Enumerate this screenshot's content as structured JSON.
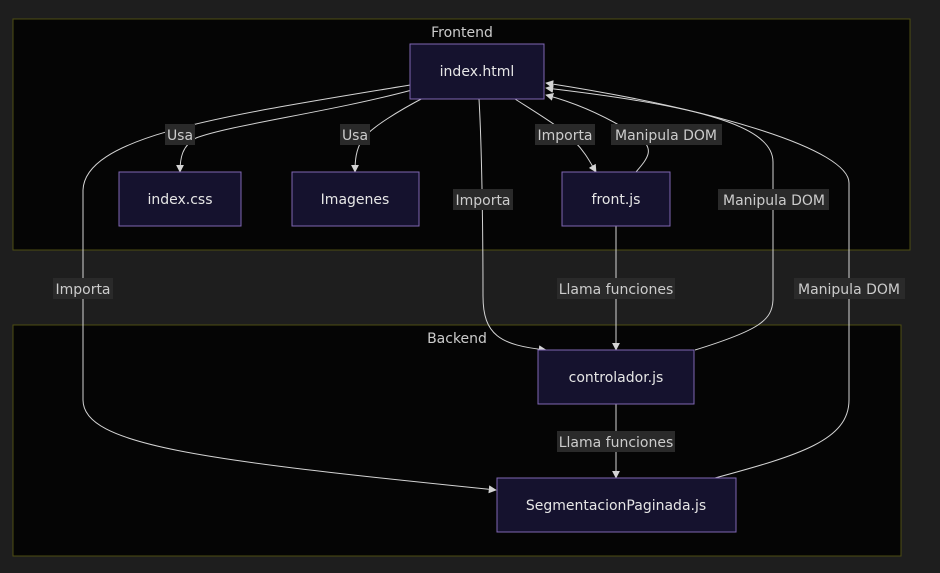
{
  "colors": {
    "background": "#1e1e1e",
    "cluster_fill": "#050505",
    "cluster_border": "#4d4d12",
    "node_fill": "#15122e",
    "node_border": "#8066b3",
    "edge": "#d4d4d4",
    "edge_label_bg": "#2a2a2a",
    "text": "#e6e6e6"
  },
  "clusters": {
    "frontend": "Frontend",
    "backend": "Backend"
  },
  "nodes": {
    "index_html": "index.html",
    "index_css": "index.css",
    "imagenes": "Imagenes",
    "front_js": "front.js",
    "controlador_js": "controlador.js",
    "segmentacion_js": "SegmentacionPaginada.js"
  },
  "edges": {
    "html_css": "Usa",
    "html_img": "Usa",
    "html_front": "Importa",
    "front_html": "Manipula DOM",
    "html_ctrl": "Importa",
    "ctrl_html": "Manipula DOM",
    "html_seg": "Importa",
    "seg_html": "Manipula DOM",
    "front_ctrl": "Llama funciones",
    "ctrl_seg": "Llama funciones"
  }
}
